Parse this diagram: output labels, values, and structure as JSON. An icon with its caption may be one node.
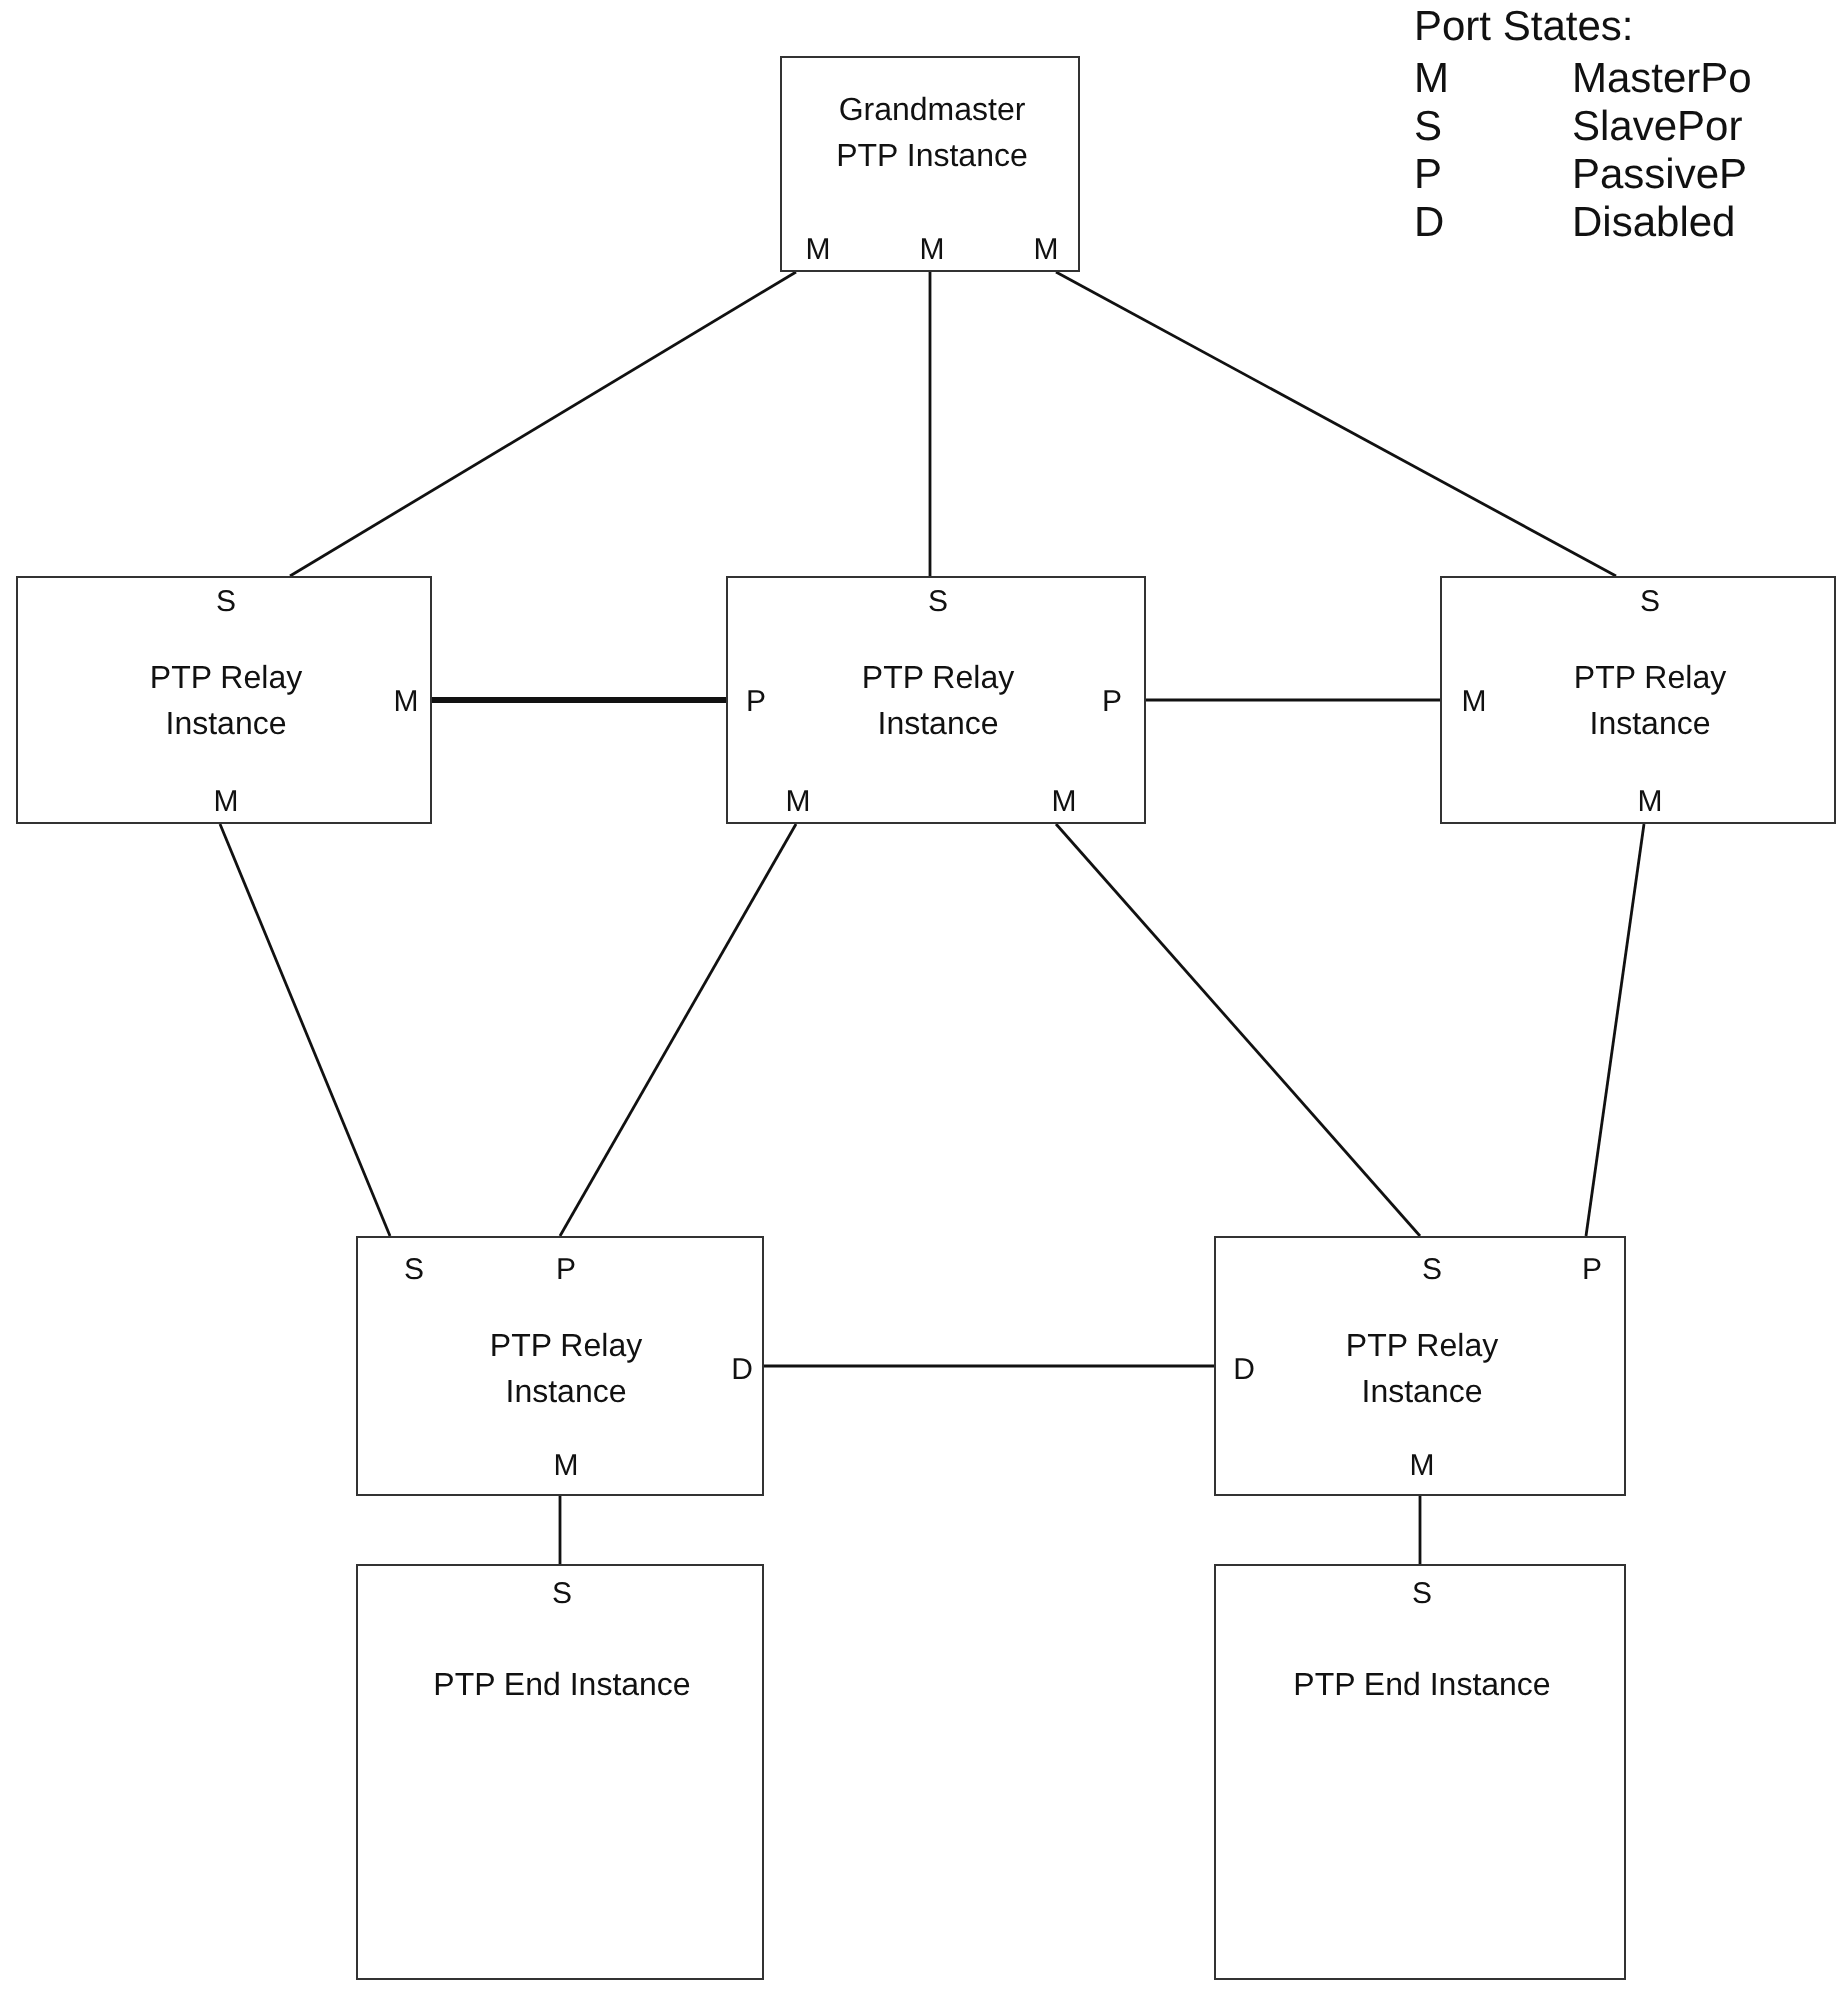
{
  "diagram": {
    "nodes": [
      {
        "text": [
          "Grandmaster PTP Instance",
          "M",
          "M",
          "M"
        ]
      },
      {
        "text": [
          "S",
          "PTP Relay Instance",
          "M",
          "M"
        ]
      },
      {
        "text": [
          "S",
          "P",
          "PTP Relay Instance",
          "P",
          "M",
          "M"
        ]
      },
      {
        "text": [
          "S",
          "M",
          "PTP Relay Instance",
          "M"
        ]
      },
      {
        "text": [
          "S",
          "P",
          "PTP Relay Instance",
          "D",
          "M"
        ]
      },
      {
        "text": [
          "S",
          "P",
          "D",
          "PTP Relay Instance",
          "M"
        ]
      },
      {
        "text": [
          "S",
          "PTP End Instance"
        ]
      },
      {
        "text": [
          "S",
          "PTP End Instance"
        ]
      }
    ],
    "edges": [
      {
        "from": 0,
        "to": 1,
        "arrow": "none"
      },
      {
        "from": 0,
        "to": 2,
        "arrow": "none"
      },
      {
        "from": 0,
        "to": 3,
        "arrow": "none"
      },
      {
        "from": 1,
        "to": 2,
        "arrow": "none",
        "style": "thick"
      },
      {
        "from": 2,
        "to": 3,
        "arrow": "none"
      },
      {
        "from": 1,
        "to": 4,
        "arrow": "none"
      },
      {
        "from": 2,
        "to": 4,
        "arrow": "none"
      },
      {
        "from": 2,
        "to": 5,
        "arrow": "none"
      },
      {
        "from": 3,
        "to": 5,
        "arrow": "none"
      },
      {
        "from": 4,
        "to": 5,
        "arrow": "none"
      },
      {
        "from": 4,
        "to": 6,
        "arrow": "none"
      },
      {
        "from": 5,
        "to": 7,
        "arrow": "none"
      }
    ],
    "labels": [
      "Port States:",
      "M",
      "MasterPo",
      "S",
      "SlavePor",
      "P",
      "PassiveP",
      "D",
      "Disabled"
    ]
  }
}
